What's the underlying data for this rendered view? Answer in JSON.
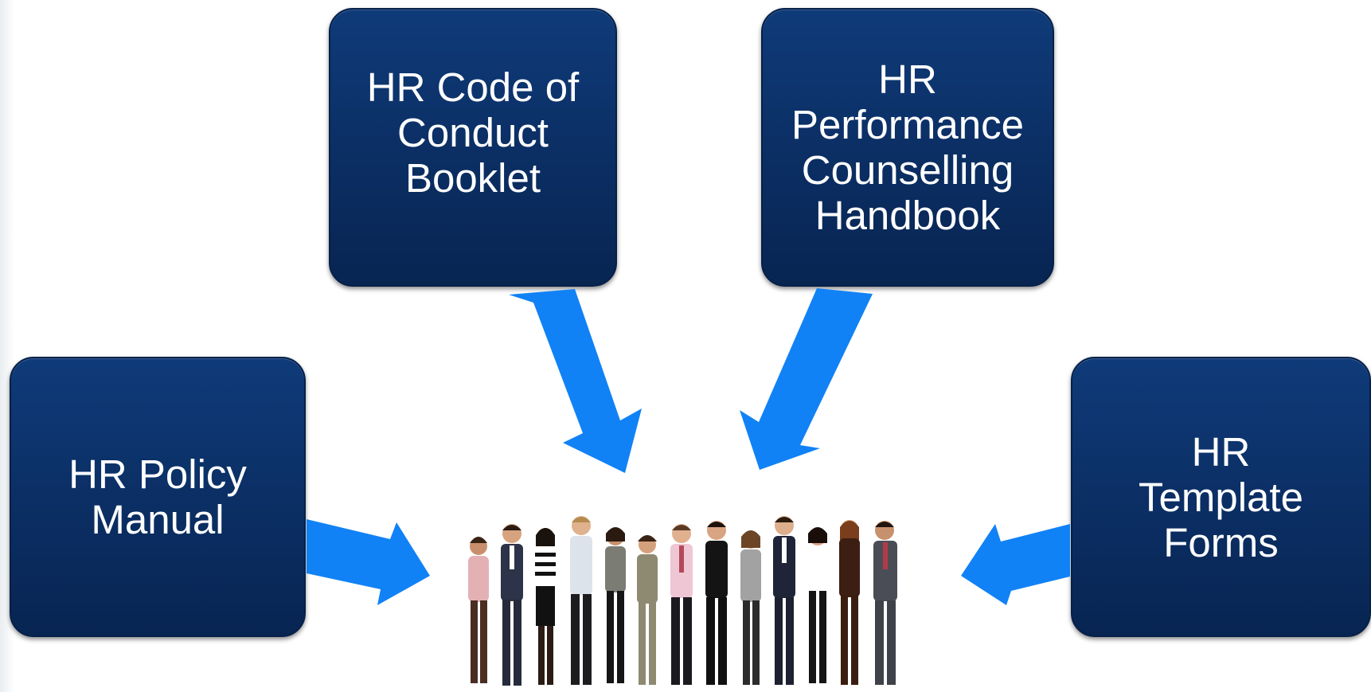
{
  "boxes": {
    "code_of_conduct": "HR Code of\nConduct\nBooklet",
    "performance": "HR\nPerformance\nCounselling\nHandbook",
    "policy_manual": "HR Policy\nManual",
    "template_forms": "HR\nTemplate\nForms"
  },
  "illustration": {
    "subject": "group of business people"
  },
  "colors": {
    "box": "#0b2e63",
    "arrow": "#1182f5",
    "background": "#ffffff"
  }
}
